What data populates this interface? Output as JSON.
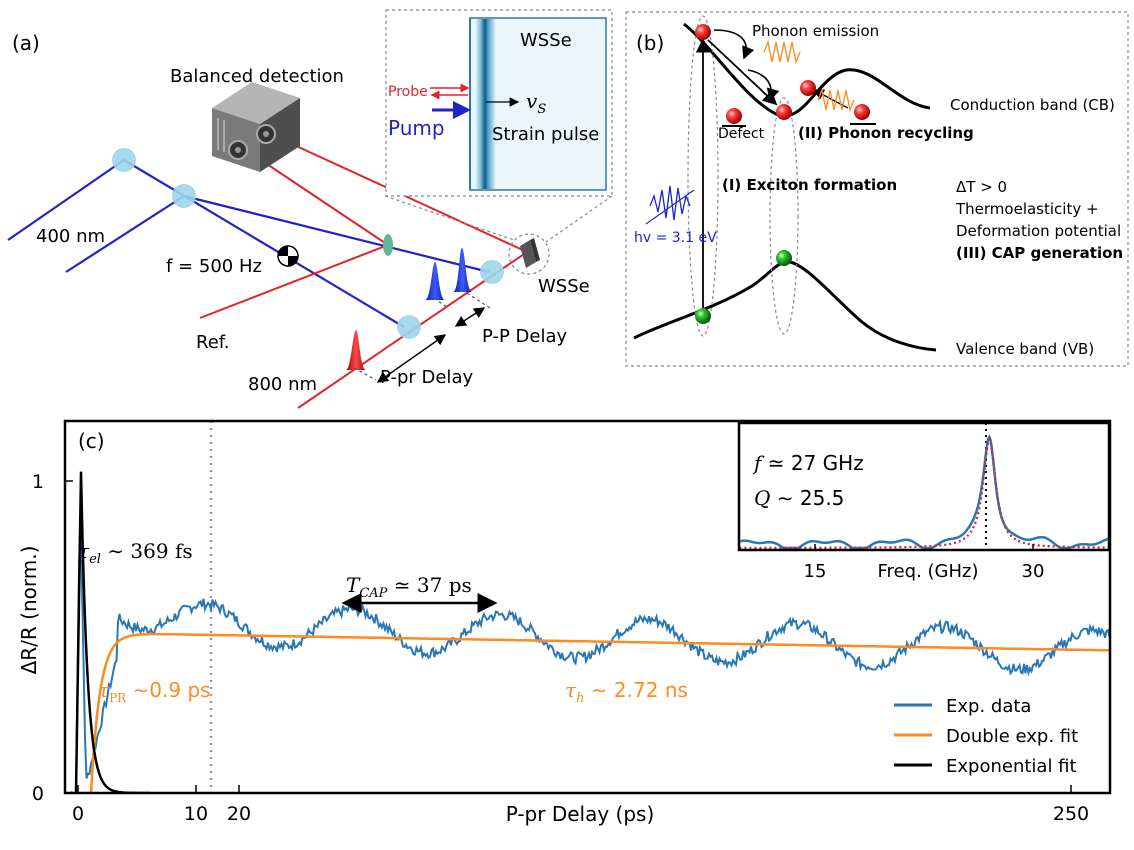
{
  "panel_a": {
    "label": "(a)",
    "balanced_detection": "Balanced detection",
    "wavelength_400": "400 nm",
    "chopper": "f = 500 Hz",
    "ref": "Ref.",
    "wavelength_800": "800 nm",
    "pp_delay": "P-P Delay",
    "ppr_delay": "P-pr Delay",
    "sample": "WSSe",
    "inset": {
      "sample": "WSSe",
      "probe": "Probe",
      "pump": "Pump",
      "velocity": "v",
      "velocity_sub": "S",
      "strain": "Strain pulse"
    }
  },
  "panel_b": {
    "label": "(b)",
    "phonon_emission": "Phonon emission",
    "defect": "Defect",
    "phonon_recycling": "(II) Phonon recycling",
    "exciton_formation": "(I) Exciton formation",
    "photon_energy": "hv = 3.1 eV",
    "delta_t": "ΔT > 0",
    "thermoelasticity": "Thermoelasticity +",
    "deformation": "Deformation potential",
    "cap_generation": "(III) CAP generation",
    "conduction_band": "Conduction band (CB)",
    "valence_band": "Valence band (VB)"
  },
  "panel_c": {
    "label": "(c)",
    "ylabel": "ΔR/R (norm.)",
    "xlabel": "P-pr Delay (ps)",
    "xticks": [
      "0",
      "10",
      "20",
      "250"
    ],
    "yticks": [
      "0",
      "1"
    ],
    "tau_el": "τ",
    "tau_el_sub": "el",
    "tau_el_val": " ∼ 369 fs",
    "t_cap": "T",
    "t_cap_sub": "CAP",
    "t_cap_val": " ≃ 37 ps",
    "tau_pr": "τ",
    "tau_pr_sub": "PR",
    "tau_pr_val": " ∼0.9 ps",
    "tau_h": "τ",
    "tau_h_sub": "h",
    "tau_h_val": " ∼ 2.72 ns",
    "legend": [
      "Exp. data",
      "Double exp. fit",
      "Exponential fit"
    ],
    "inset": {
      "f_sym": "f",
      "f_val": " ≃ 27 GHz",
      "q_sym": "Q",
      "q_val": " ∼ 25.5",
      "xlabel": "Freq. (GHz)",
      "xticks": [
        "15",
        "30"
      ]
    }
  },
  "colors": {
    "blue_beam": "#1f24c8",
    "red_beam": "#e0242a",
    "data": "#2a77b5",
    "fit_double": "#ff8a1e",
    "fit_exp": "#000000",
    "lorentz": "#d6282f",
    "mirror": "#9fd4ea"
  },
  "chart_data": {
    "type": "line",
    "x_axis_break": true,
    "xlabel": "P-pr Delay (ps)",
    "ylabel": "ΔR/R (norm.)",
    "ylim": [
      0,
      1.15
    ],
    "series": [
      {
        "name": "Exp. data",
        "peak": 1.0,
        "peak_x": 0.3,
        "oscillation_period_ps": 37
      },
      {
        "name": "Double exp. fit",
        "tau_PR_ps": 0.9,
        "tau_h_ns": 2.72,
        "plateau": 0.51
      },
      {
        "name": "Exponential fit",
        "tau_el_fs": 369,
        "peak": 1.03
      }
    ],
    "inset": {
      "type": "line",
      "xlabel": "Freq. (GHz)",
      "peak_frequency_GHz": 27,
      "Q": 25.5,
      "xticks": [
        15,
        30
      ]
    }
  }
}
